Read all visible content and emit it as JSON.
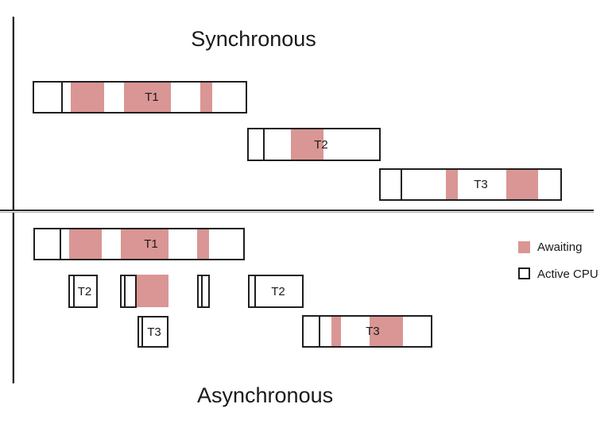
{
  "titles": {
    "synchronous": "Synchronous",
    "asynchronous": "Asynchronous"
  },
  "tasks": {
    "sync_t1": "T1",
    "sync_t2": "T2",
    "sync_t3": "T3",
    "async_t1": "T1",
    "async_t2_first": "T2",
    "async_t2_second": "T2",
    "async_t3_first": "T3",
    "async_t3_second": "T3"
  },
  "legend": {
    "awaiting": "Awaiting",
    "active_cpu": "Active CPU"
  },
  "colors": {
    "awaiting_fill": "#d99694",
    "active_cpu_fill": "#ffffff",
    "outline": "#1f1f1f",
    "axis": "#262626",
    "text": "#1a1a1a"
  }
}
